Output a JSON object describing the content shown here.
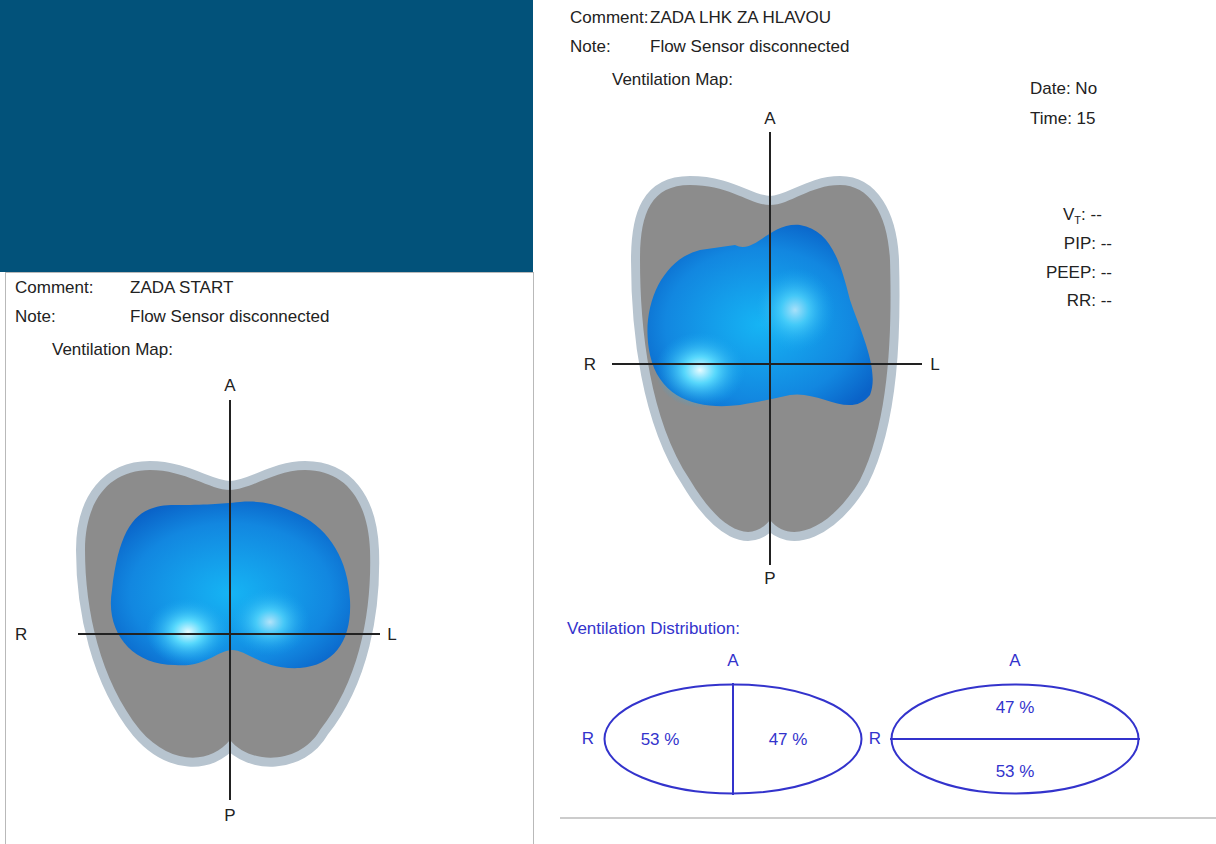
{
  "diagram": {
    "nodes": [
      {
        "text": [
          "53 %",
          "47 %"
        ]
      },
      {
        "text": [
          "47 %",
          "53 %"
        ]
      }
    ],
    "labels": [
      "Comment:",
      "ZADA LHK ZA HLAVOU",
      "Note:",
      "Flow Sensor disconnected",
      "Ventilation Map:",
      "Date: No",
      "Time: 15",
      "A",
      "R",
      "L",
      "V",
      "T",
      ": --",
      "PIP: --",
      "PEEP: --",
      "RR: --",
      "P",
      "Ventilation Distribution:",
      "A",
      "R",
      "A",
      "R",
      "Comment:",
      "ZADA START",
      "Note:",
      "Flow Sensor disconnected",
      "Ventilation Map:",
      "A",
      "R",
      "L",
      "P"
    ]
  }
}
